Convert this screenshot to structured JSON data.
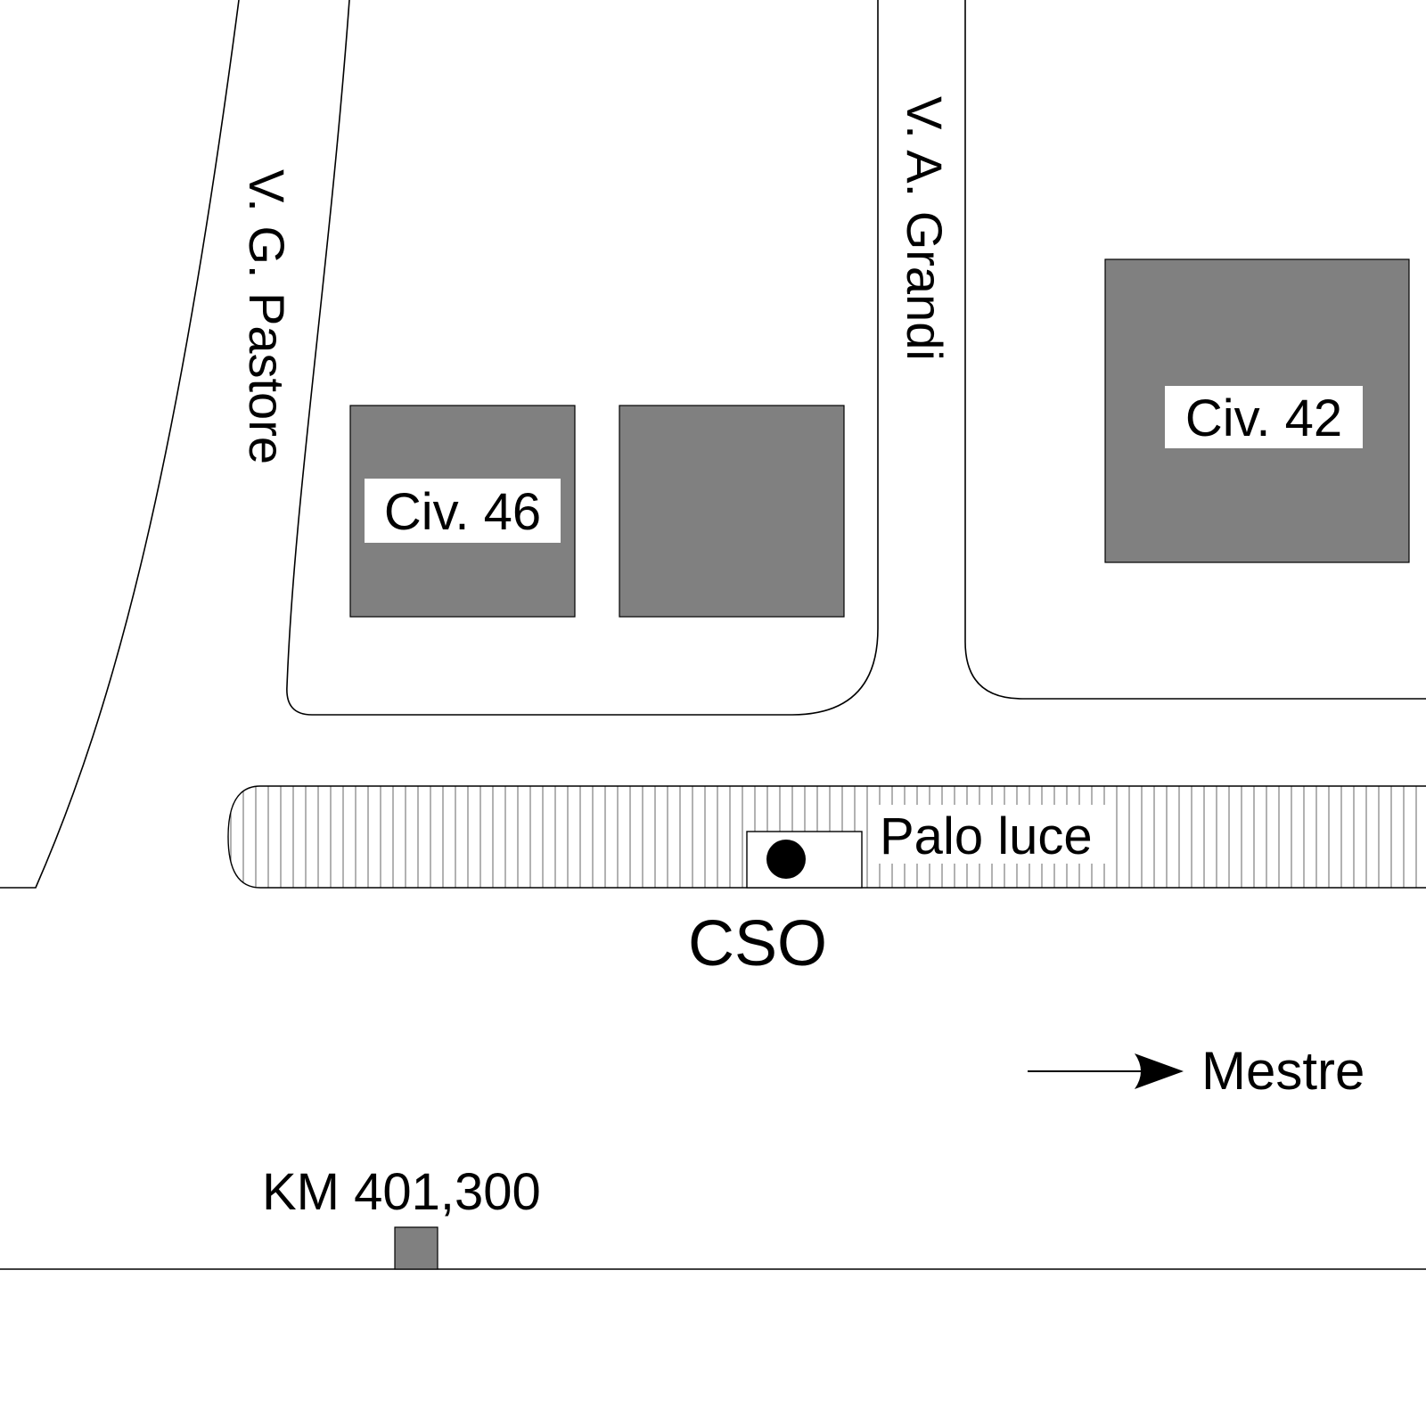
{
  "map": {
    "streets": {
      "pastore": "V. G. Pastore",
      "grandi": "V. A. Grandi",
      "main_road": "CSO"
    },
    "buildings": {
      "civ46": "Civ. 46",
      "civ42": "Civ. 42"
    },
    "landmarks": {
      "light_pole": "Palo luce",
      "km_marker": "KM 401,300"
    },
    "direction": {
      "label": "Mestre",
      "icon": "arrow-right-icon"
    },
    "colors": {
      "building_fill": "#808080",
      "line": "#000000",
      "background": "#ffffff"
    }
  }
}
